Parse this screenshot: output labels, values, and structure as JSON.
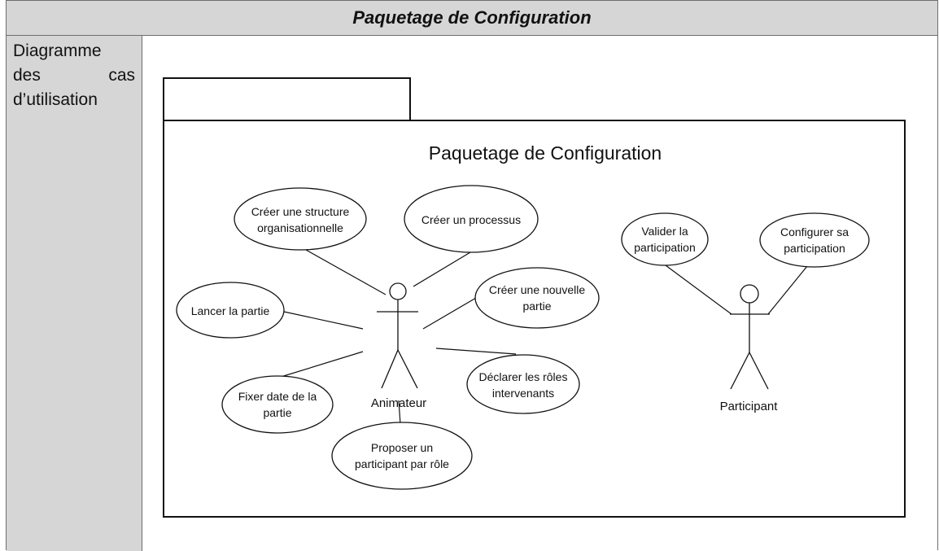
{
  "header": {
    "title": "Paquetage de Configuration"
  },
  "side_label": {
    "lines": [
      "Diagramme",
      "des cas",
      "d’utilisation"
    ]
  },
  "diagram": {
    "package_name": "Paquetage de Configuration",
    "actors": [
      {
        "id": "animateur",
        "label": "Animateur"
      },
      {
        "id": "participant",
        "label": "Participant"
      }
    ],
    "use_cases": [
      {
        "id": "uc1",
        "lines": [
          "Créer une structure",
          "organisationnelle"
        ]
      },
      {
        "id": "uc2",
        "lines": [
          "Créer un processus"
        ]
      },
      {
        "id": "uc3",
        "lines": [
          "Lancer la partie"
        ]
      },
      {
        "id": "uc4",
        "lines": [
          "Créer une nouvelle",
          "partie"
        ]
      },
      {
        "id": "uc5",
        "lines": [
          "Fixer date de la",
          "partie"
        ]
      },
      {
        "id": "uc6",
        "lines": [
          "Déclarer les rôles",
          "intervenants"
        ]
      },
      {
        "id": "uc7",
        "lines": [
          "Proposer un",
          "participant par rôle"
        ]
      },
      {
        "id": "uc8",
        "lines": [
          "Valider la",
          "participation"
        ]
      },
      {
        "id": "uc9",
        "lines": [
          "Configurer sa",
          "participation"
        ]
      }
    ]
  }
}
